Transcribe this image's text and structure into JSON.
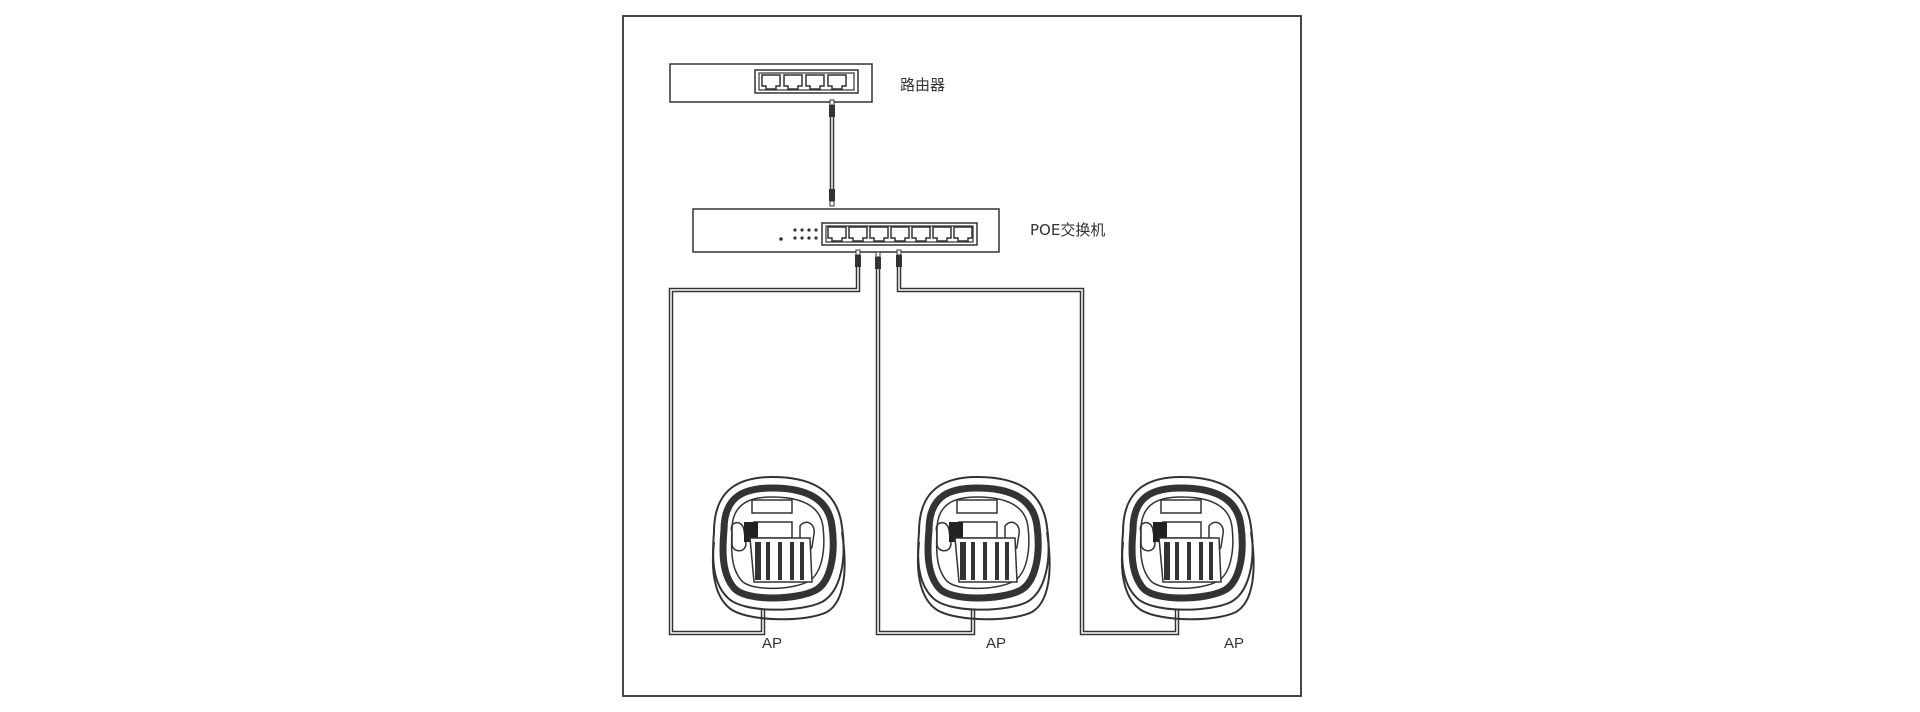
{
  "diagram": {
    "title": "",
    "nodes": [
      {
        "id": "router",
        "label": "路由器",
        "icon": "router-icon",
        "ports": 4
      },
      {
        "id": "poe_switch",
        "label": "POE交换机",
        "icon": "poe-switch-icon",
        "ports": 7
      },
      {
        "id": "ap1",
        "label": "AP",
        "icon": "access-point-icon"
      },
      {
        "id": "ap2",
        "label": "AP",
        "icon": "access-point-icon"
      },
      {
        "id": "ap3",
        "label": "AP",
        "icon": "access-point-icon"
      }
    ],
    "edges": [
      {
        "from": "router",
        "to": "poe_switch",
        "type": "ethernet-cable"
      },
      {
        "from": "poe_switch",
        "to": "ap1",
        "type": "ethernet-cable"
      },
      {
        "from": "poe_switch",
        "to": "ap2",
        "type": "ethernet-cable"
      },
      {
        "from": "poe_switch",
        "to": "ap3",
        "type": "ethernet-cable"
      }
    ],
    "colors": {
      "stroke": "#333333",
      "background": "#ffffff"
    }
  }
}
